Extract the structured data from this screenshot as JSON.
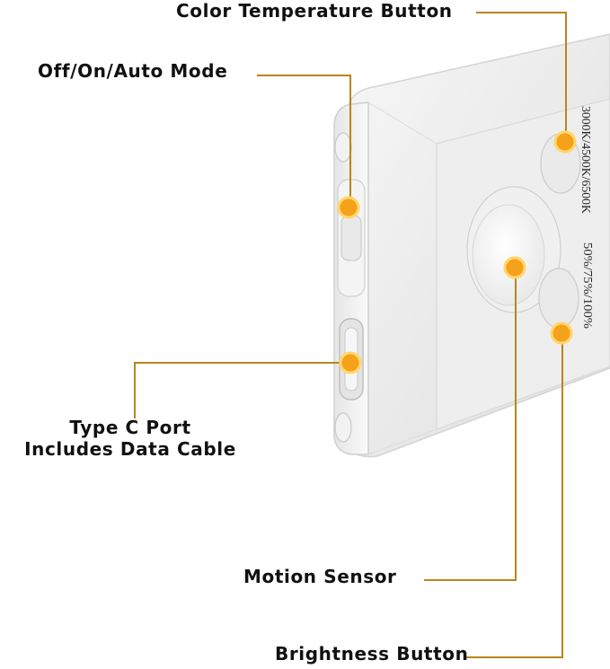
{
  "labels": {
    "color_temperature": "Color Temperature Button",
    "mode": "Off/On/Auto Mode",
    "type_c_line1": "Type C Port",
    "type_c_line2": "Includes Data Cable",
    "motion_sensor": "Motion Sensor",
    "brightness": "Brightness Button"
  },
  "device_text": {
    "color_temps": "3000K/4500K/6500K",
    "brightness_levels": "50%/75%/100%"
  },
  "colors": {
    "marker_fill": "#f5a21b",
    "marker_ring": "#ffd66b",
    "leader_line": "#b8861b",
    "device_body": "#eeeeee"
  }
}
